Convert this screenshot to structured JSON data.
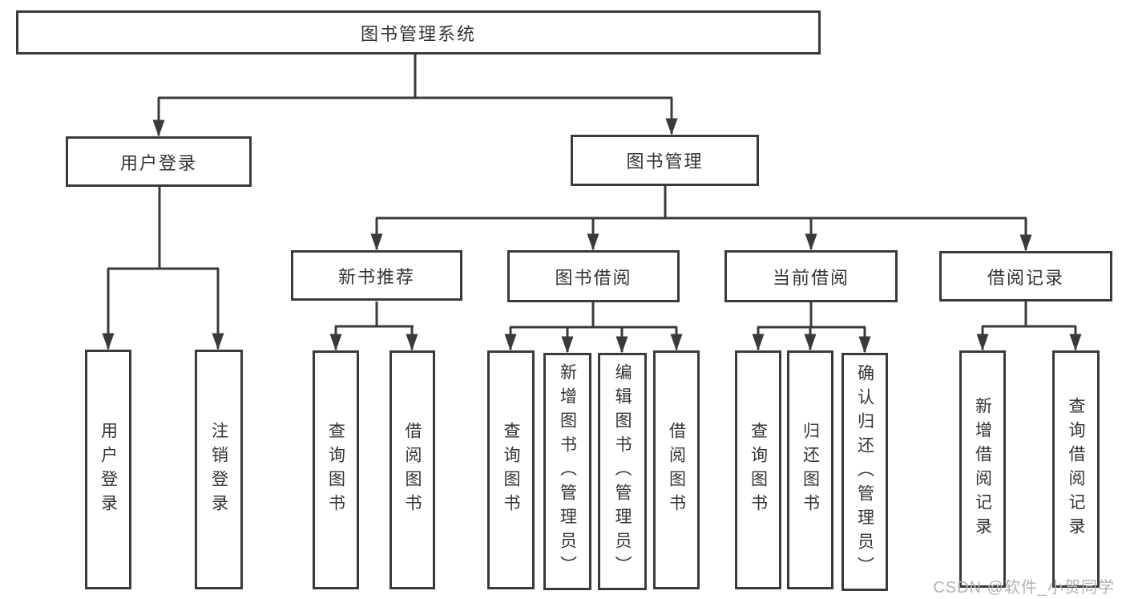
{
  "tree": {
    "label": "图书管理系统",
    "children": [
      {
        "label": "用户登录",
        "children": [
          {
            "label": "用户登录"
          },
          {
            "label": "注销登录"
          }
        ]
      },
      {
        "label": "图书管理",
        "children": [
          {
            "label": "新书推荐",
            "children": [
              {
                "label": "查询图书"
              },
              {
                "label": "借阅图书"
              }
            ]
          },
          {
            "label": "图书借阅",
            "children": [
              {
                "label": "查询图书"
              },
              {
                "label": "新增图书（管理员）"
              },
              {
                "label": "编辑图书（管理员）"
              },
              {
                "label": "借阅图书"
              }
            ]
          },
          {
            "label": "当前借阅",
            "children": [
              {
                "label": "查询图书"
              },
              {
                "label": "归还图书"
              },
              {
                "label": "确认归还（管理员）"
              }
            ]
          },
          {
            "label": "借阅记录",
            "children": [
              {
                "label": "新增借阅记录"
              },
              {
                "label": "查询借阅记录"
              }
            ]
          }
        ]
      }
    ]
  },
  "watermark": "CSDN @软件_小贺同学",
  "colors": {
    "line": "#3a3a3a",
    "text": "#333333",
    "watermark": "#b3b3b3",
    "background": "#ffffff"
  }
}
